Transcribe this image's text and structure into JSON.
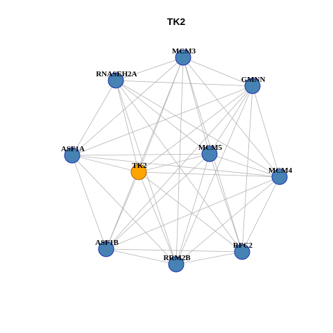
{
  "title": "TK2",
  "colors": {
    "node_fill": "#4682b4",
    "node_stroke": "#1f2fb0",
    "hub_fill": "#ffa500",
    "hub_stroke": "#b05a00",
    "edge": "#b3b3b3",
    "background": "#ffffff"
  },
  "nodes": [
    {
      "id": "MCM3",
      "label": "MCM3",
      "hub": false
    },
    {
      "id": "RNASEH2A",
      "label": "RNASEH2A",
      "hub": false
    },
    {
      "id": "GMNN",
      "label": "GMNN",
      "hub": false
    },
    {
      "id": "ASF1A",
      "label": "ASF1A",
      "hub": false
    },
    {
      "id": "MCM5",
      "label": "MCM5",
      "hub": false
    },
    {
      "id": "TK2",
      "label": "TK2",
      "hub": true
    },
    {
      "id": "MCM4",
      "label": "MCM4",
      "hub": false
    },
    {
      "id": "ASF1B",
      "label": "ASF1B",
      "hub": false
    },
    {
      "id": "RFC2",
      "label": "RFC2",
      "hub": false
    },
    {
      "id": "RRM2B",
      "label": "RRM2B",
      "hub": false
    }
  ],
  "edges": [
    [
      "MCM3",
      "RNASEH2A"
    ],
    [
      "MCM3",
      "GMNN"
    ],
    [
      "MCM3",
      "ASF1A"
    ],
    [
      "MCM3",
      "MCM5"
    ],
    [
      "MCM3",
      "TK2"
    ],
    [
      "MCM3",
      "MCM4"
    ],
    [
      "MCM3",
      "ASF1B"
    ],
    [
      "MCM3",
      "RFC2"
    ],
    [
      "MCM3",
      "RRM2B"
    ],
    [
      "RNASEH2A",
      "GMNN"
    ],
    [
      "RNASEH2A",
      "ASF1A"
    ],
    [
      "RNASEH2A",
      "MCM5"
    ],
    [
      "RNASEH2A",
      "TK2"
    ],
    [
      "RNASEH2A",
      "MCM4"
    ],
    [
      "RNASEH2A",
      "RFC2"
    ],
    [
      "RNASEH2A",
      "RRM2B"
    ],
    [
      "GMNN",
      "ASF1A"
    ],
    [
      "GMNN",
      "MCM5"
    ],
    [
      "GMNN",
      "TK2"
    ],
    [
      "GMNN",
      "MCM4"
    ],
    [
      "GMNN",
      "ASF1B"
    ],
    [
      "GMNN",
      "RFC2"
    ],
    [
      "GMNN",
      "RRM2B"
    ],
    [
      "ASF1A",
      "MCM5"
    ],
    [
      "ASF1A",
      "TK2"
    ],
    [
      "ASF1A",
      "MCM4"
    ],
    [
      "ASF1A",
      "ASF1B"
    ],
    [
      "ASF1A",
      "RRM2B"
    ],
    [
      "MCM5",
      "TK2"
    ],
    [
      "MCM5",
      "MCM4"
    ],
    [
      "MCM5",
      "ASF1B"
    ],
    [
      "MCM5",
      "RFC2"
    ],
    [
      "MCM5",
      "RRM2B"
    ],
    [
      "TK2",
      "MCM4"
    ],
    [
      "TK2",
      "ASF1B"
    ],
    [
      "TK2",
      "RFC2"
    ],
    [
      "TK2",
      "RRM2B"
    ],
    [
      "MCM4",
      "ASF1B"
    ],
    [
      "MCM4",
      "RFC2"
    ],
    [
      "MCM4",
      "RRM2B"
    ],
    [
      "ASF1B",
      "RFC2"
    ],
    [
      "ASF1B",
      "RRM2B"
    ],
    [
      "RFC2",
      "RRM2B"
    ]
  ]
}
